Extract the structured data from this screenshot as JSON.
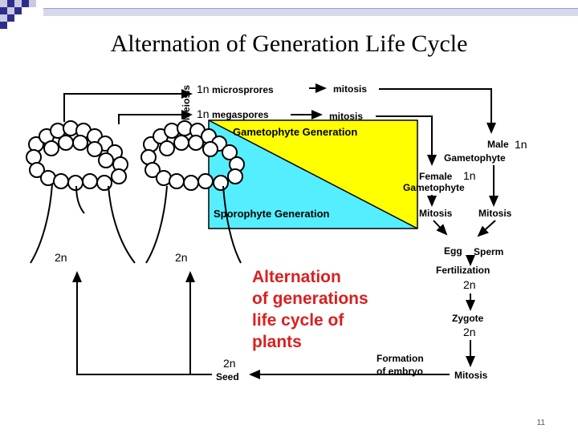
{
  "slide": {
    "title": "Alternation of Generation Life Cycle",
    "page_number": "11"
  },
  "diagram": {
    "meiosis": "Meiosis",
    "microspores": "microsprores",
    "megaspores": "megaspores",
    "mitosis": "mitosis",
    "ploidy_1n": "1n",
    "ploidy_2n": "2n",
    "gametophyte_generation": "Gametophyte Generation",
    "sporophyte_generation": "Sporophyte Generation",
    "male": "Male",
    "male_gametophyte": "Gametophyte",
    "female": "Female",
    "female_gametophyte": "Gametophyte",
    "mitosis_cap": "Mitosis",
    "egg": "Egg",
    "sperm": "Sperm",
    "fertilization": "Fertilization",
    "zygote": "Zygote",
    "formation": "Formation",
    "of_embryo": "of embryo",
    "seed": "Seed",
    "big_label_lines": [
      "Alternation",
      "of generations",
      "life cycle of",
      "plants"
    ]
  },
  "colors": {
    "gametophyte_fill": "#ffff00",
    "sporophyte_fill": "#55eeff",
    "big_label_color": "#d92020"
  }
}
